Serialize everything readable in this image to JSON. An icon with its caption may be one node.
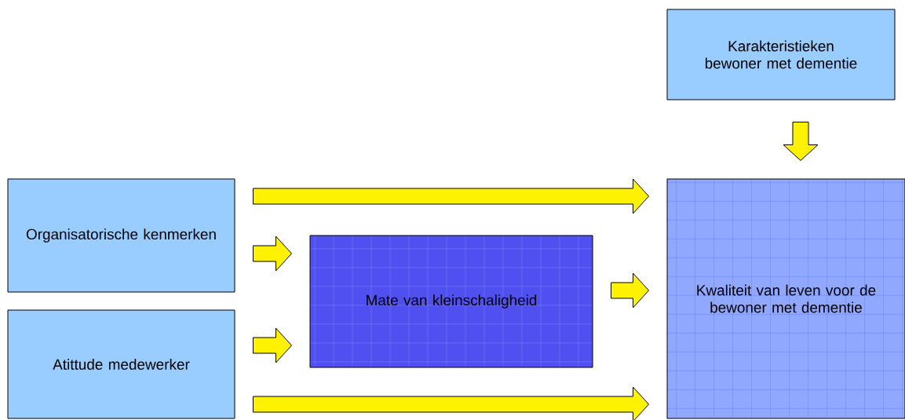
{
  "diagram": {
    "nodes": [
      {
        "text": [
          "Karakteristieken bewoner met dementie"
        ]
      },
      {
        "text": [
          "Organisatorische kenmerken"
        ]
      },
      {
        "text": [
          "Atittude medewerker"
        ]
      },
      {
        "text": [
          "Mate van kleinschaligheid"
        ]
      },
      {
        "text": [
          "Kwaliteit van leven voor de bewoner met dementie"
        ]
      }
    ],
    "edges": [
      {
        "from": 0,
        "to": 4,
        "arrow": "to"
      },
      {
        "from": 1,
        "to": 4,
        "arrow": "to"
      },
      {
        "from": 1,
        "to": 3,
        "arrow": "to"
      },
      {
        "from": 3,
        "to": 4,
        "arrow": "to"
      },
      {
        "from": 2,
        "to": 3,
        "arrow": "to"
      },
      {
        "from": 2,
        "to": 4,
        "arrow": "to"
      }
    ]
  }
}
